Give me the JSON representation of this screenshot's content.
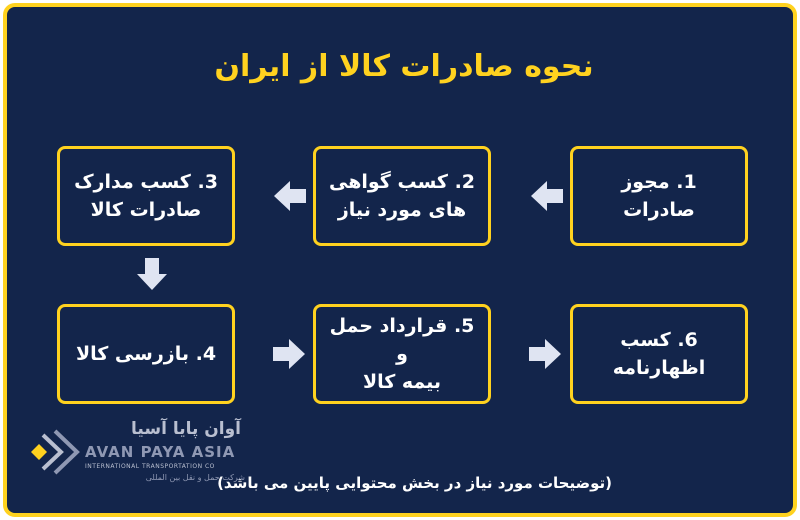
{
  "title": "نحوه صادرات کالا از ایران",
  "steps": [
    {
      "line1": "1. مجوز صادرات",
      "line2": ""
    },
    {
      "line1": "2. کسب گواهی",
      "line2": "های مورد نیاز"
    },
    {
      "line1": "3. کسب مدارک",
      "line2": "صادرات کالا"
    },
    {
      "line1": "4. بازرسی کالا",
      "line2": ""
    },
    {
      "line1": "5. قرارداد حمل و",
      "line2": "بیمه کالا"
    },
    {
      "line1": "6. کسب اظهارنامه",
      "line2": ""
    }
  ],
  "note": "(توضیحات مورد نیاز در بخش محتوایی پایین می باشد)",
  "logo": {
    "name_fa": "آوان پایا آسیا",
    "name_en": "AVAN PAYA ASIA",
    "tagline_en": "INTERNATIONAL TRANSPORTATION CO",
    "tagline_fa": "شرکت حمل و نقل بین المللی"
  },
  "colors": {
    "background": "#13254b",
    "accent": "#ffd21f",
    "text": "#ffffff",
    "arrow": "#dfe4f2"
  }
}
